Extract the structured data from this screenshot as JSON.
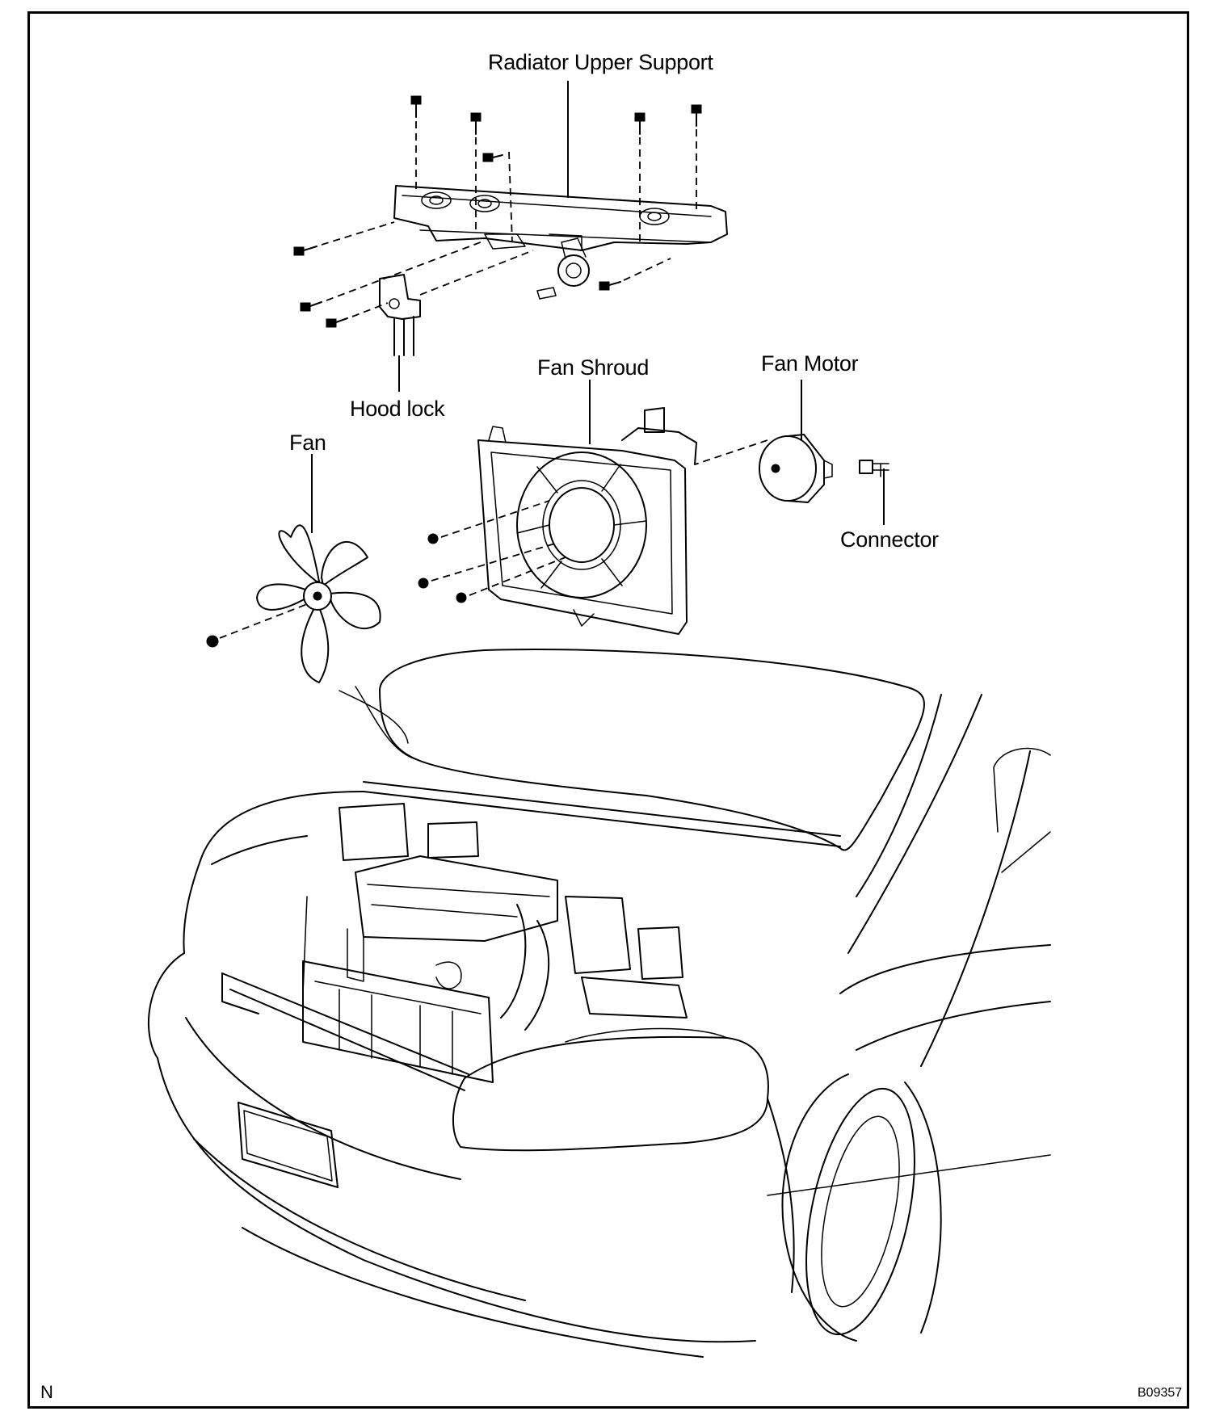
{
  "labels": {
    "radiator_upper_support": "Radiator Upper Support",
    "hood_lock": "Hood lock",
    "fan_shroud": "Fan Shroud",
    "fan_motor": "Fan Motor",
    "fan": "Fan",
    "connector": "Connector"
  },
  "corner_mark": "N",
  "figure_code": "B09357"
}
